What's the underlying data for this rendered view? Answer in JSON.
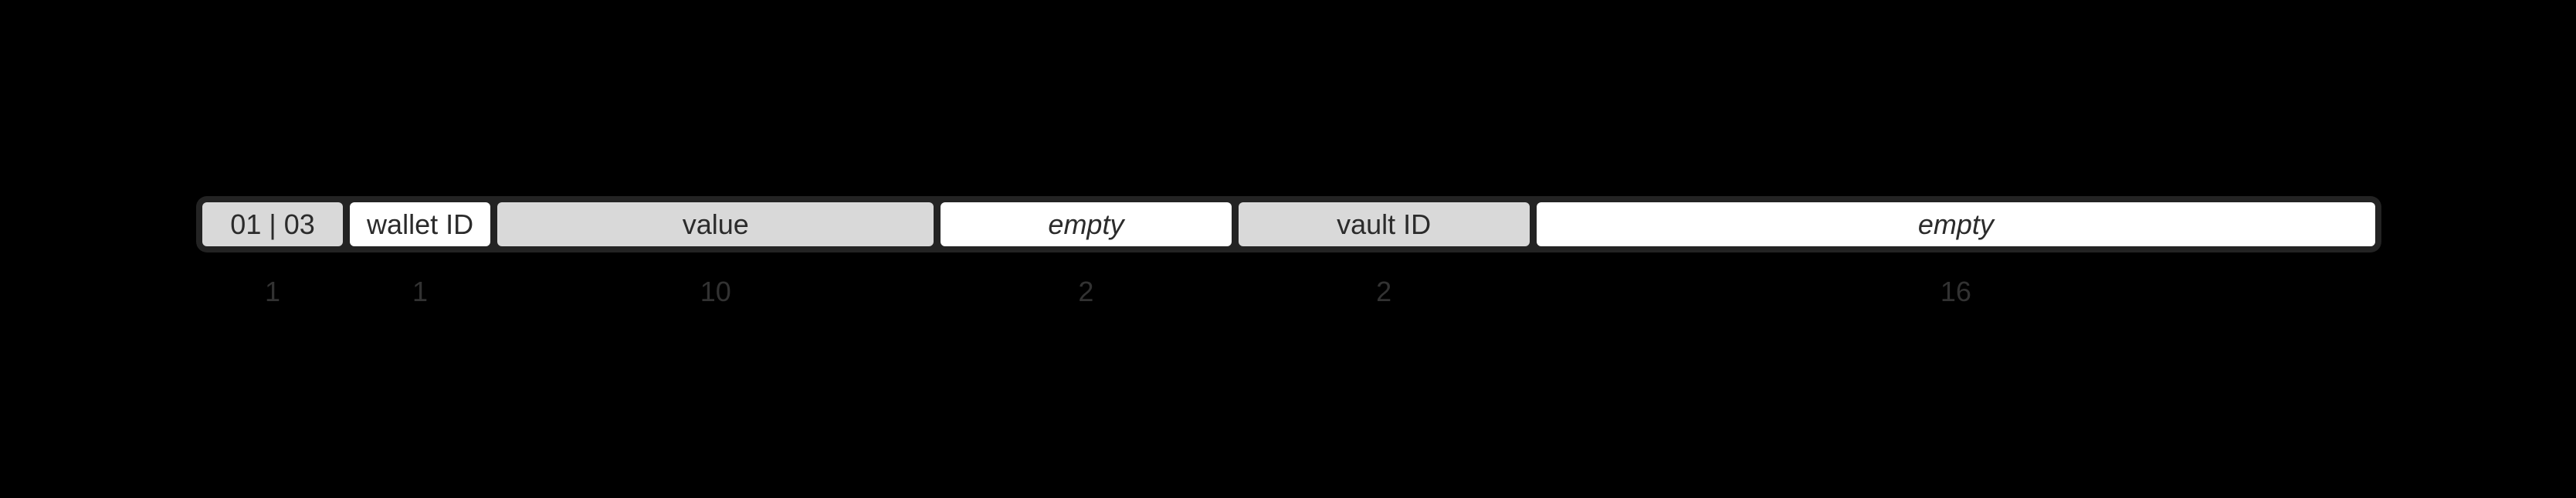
{
  "diagram": {
    "segments": [
      {
        "label": "01 | 03",
        "bytes": "1"
      },
      {
        "label": "wallet ID",
        "bytes": "1"
      },
      {
        "label": "value",
        "bytes": "10"
      },
      {
        "label": "empty",
        "bytes": "2"
      },
      {
        "label": "vault ID",
        "bytes": "2"
      },
      {
        "label": "empty",
        "bytes": "16"
      }
    ],
    "colors": {
      "bg": "#000000",
      "frame": "#232323",
      "fill_gray": "#d9d9d9",
      "fill_white": "#ffffff",
      "label": "#2b2b2b",
      "count": "#323232"
    }
  }
}
